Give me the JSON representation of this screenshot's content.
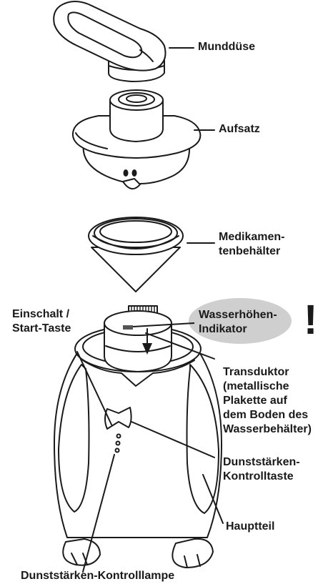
{
  "labels": {
    "mundduese": "Munddüse",
    "aufsatz": "Aufsatz",
    "medikamentenbehaelter": [
      "Medikamen-",
      "tenbehälter"
    ],
    "einschalt": [
      "Einschalt /",
      "Start-Taste"
    ],
    "wasserhoehen": [
      "Wasserhöhen-",
      "Indikator"
    ],
    "transduktor": [
      "Transduktor",
      "(metallische",
      "Plakette auf",
      "dem Boden des",
      "Wasserbehälter)"
    ],
    "dunststaerken_taste": [
      "Dunststärken-",
      "Kontrolltaste"
    ],
    "hauptteil": "Hauptteil",
    "dunststaerken_lampe": "Dunststärken-Kontrolllampe"
  },
  "warning_symbol": "!",
  "colors": {
    "ink": "#1a1a1a",
    "highlight_oval": "#cfcfcf",
    "indicator_mark": "#555555"
  },
  "icons": [
    "exclamation-icon"
  ]
}
